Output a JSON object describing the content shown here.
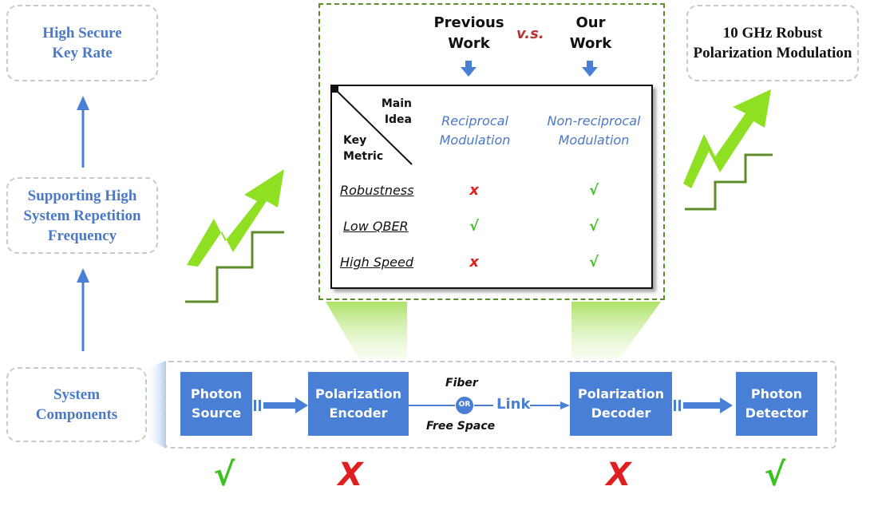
{
  "left": {
    "top_box": "High Secure Key Rate",
    "mid_box": "Supporting High System Repetition Frequency",
    "bottom_box": "System Components"
  },
  "right_box": "10 GHz Robust Polarization Modulation",
  "comparison": {
    "previous_work": "Previous Work",
    "vs": "v.s.",
    "our_work": "Our Work",
    "corner_top": "Main Idea",
    "corner_bottom": "Key Metric",
    "idea_previous": "Reciprocal Modulation",
    "idea_ours": "Non-reciprocal Modulation",
    "rows": [
      {
        "metric": "Robustness",
        "previous": "x",
        "ours": "√"
      },
      {
        "metric": "Low QBER",
        "previous": "√",
        "ours": "√"
      },
      {
        "metric": "High Speed",
        "previous": "x",
        "ours": "√"
      }
    ]
  },
  "components": [
    {
      "label": "Photon Source",
      "status": "√"
    },
    {
      "label": "Polarization Encoder",
      "status": "X"
    },
    {
      "label": "Polarization Decoder",
      "status": "X"
    },
    {
      "label": "Photon Detector",
      "status": "√"
    }
  ],
  "link": {
    "top": "Fiber",
    "or": "OR",
    "label": "Link",
    "bottom": "Free Space"
  },
  "colors": {
    "blue": "#4a7fd6",
    "green": "#3cc21e",
    "red": "#e02020",
    "arrow_green": "#8fe023",
    "step": "#5b8d2a"
  }
}
